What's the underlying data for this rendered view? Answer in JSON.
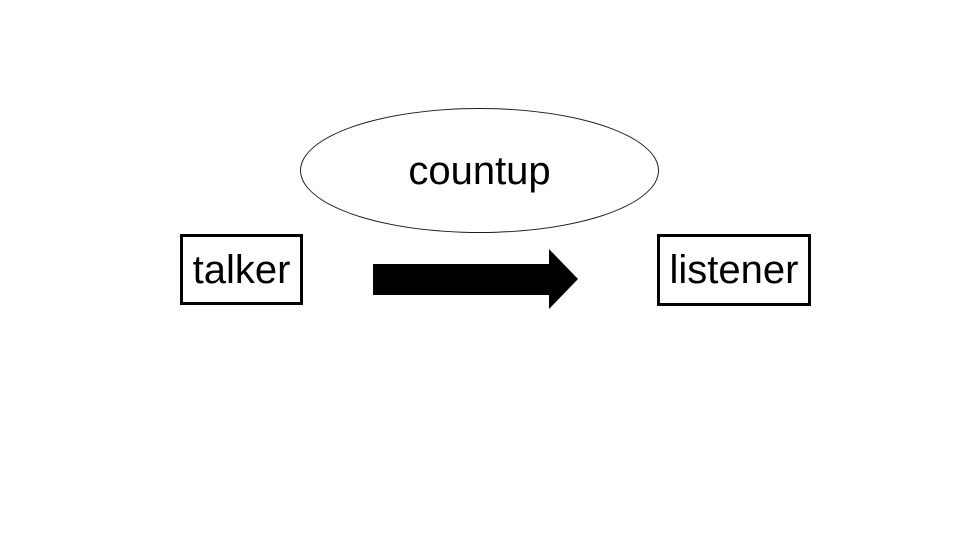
{
  "diagram": {
    "topic": {
      "label": "countup",
      "shape": "ellipse"
    },
    "nodes": [
      {
        "label": "talker",
        "shape": "rectangle"
      },
      {
        "label": "listener",
        "shape": "rectangle"
      }
    ],
    "edge": {
      "from": "talker",
      "to": "listener",
      "direction": "right"
    },
    "colors": {
      "background": "#ffffff",
      "stroke": "#000000",
      "ellipse_stroke": "#1c1c1c",
      "text": "#000000",
      "arrow": "#000000"
    }
  }
}
